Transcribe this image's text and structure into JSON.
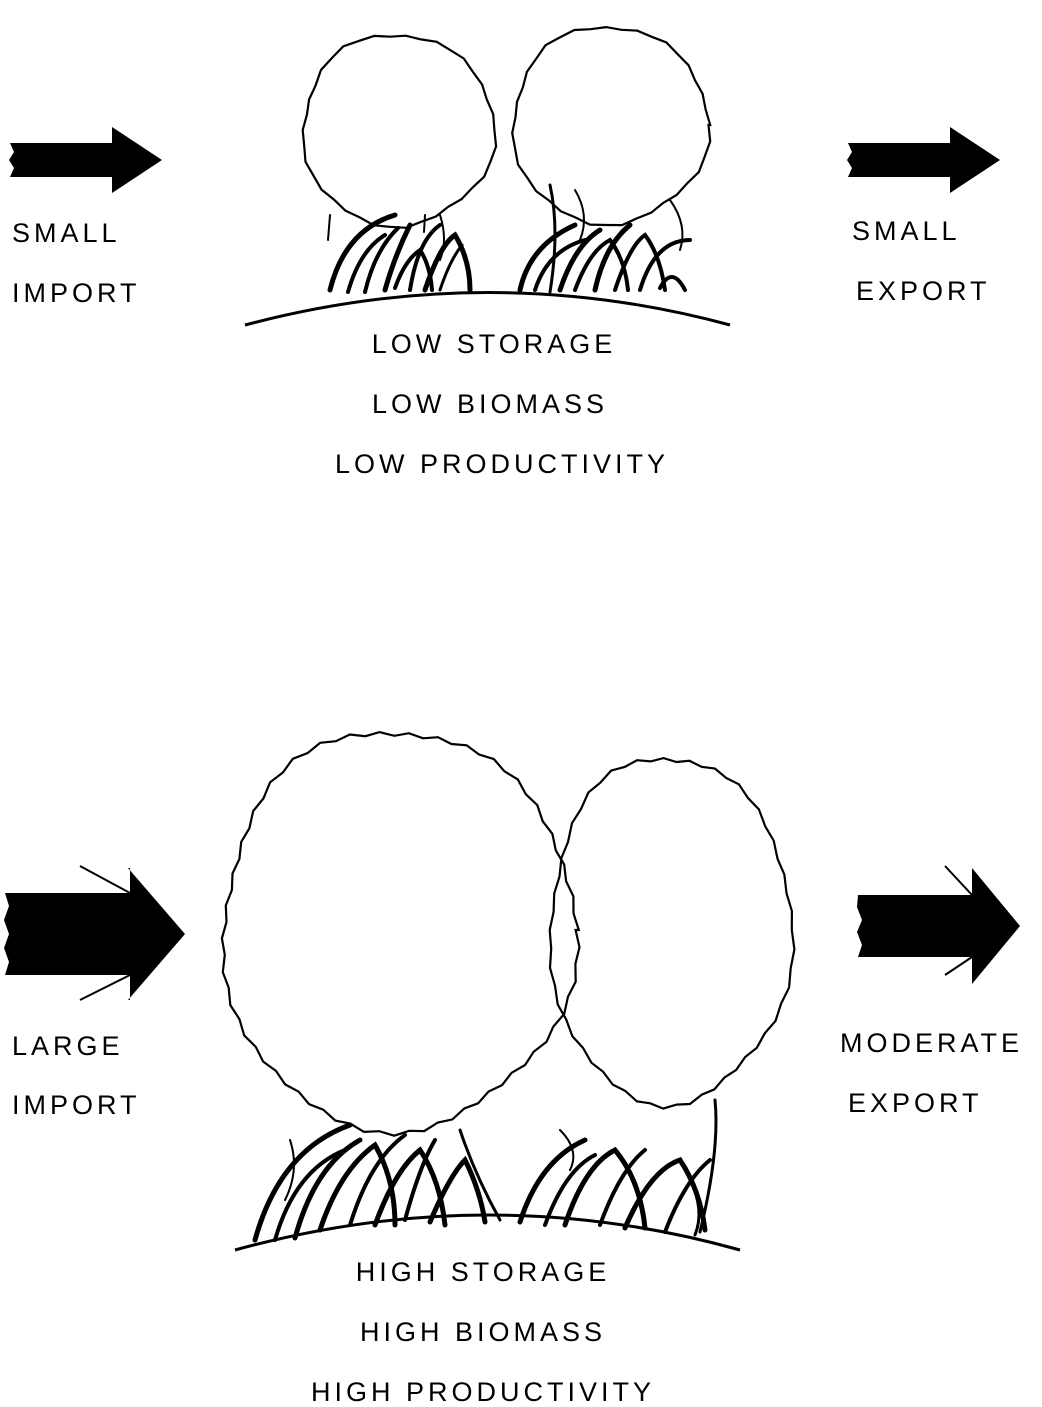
{
  "colors": {
    "ink": "#000000",
    "background": "#ffffff"
  },
  "top_scenario": {
    "import_label": [
      "SMALL",
      "IMPORT"
    ],
    "export_label": [
      "SMALL",
      "EXPORT"
    ],
    "characteristics": [
      "LOW STORAGE",
      "LOW BIOMASS",
      "LOW PRODUCTIVITY"
    ]
  },
  "bottom_scenario": {
    "import_label": [
      "LARGE",
      "IMPORT"
    ],
    "export_label": [
      "MODERATE",
      "EXPORT"
    ],
    "characteristics": [
      "HIGH STORAGE",
      "HIGH BIOMASS",
      "HIGH PRODUCTIVITY"
    ]
  },
  "icons": [
    "import-arrow-icon",
    "export-arrow-icon",
    "mangrove-tree-icon",
    "prop-roots-icon",
    "ground-mound-icon"
  ]
}
